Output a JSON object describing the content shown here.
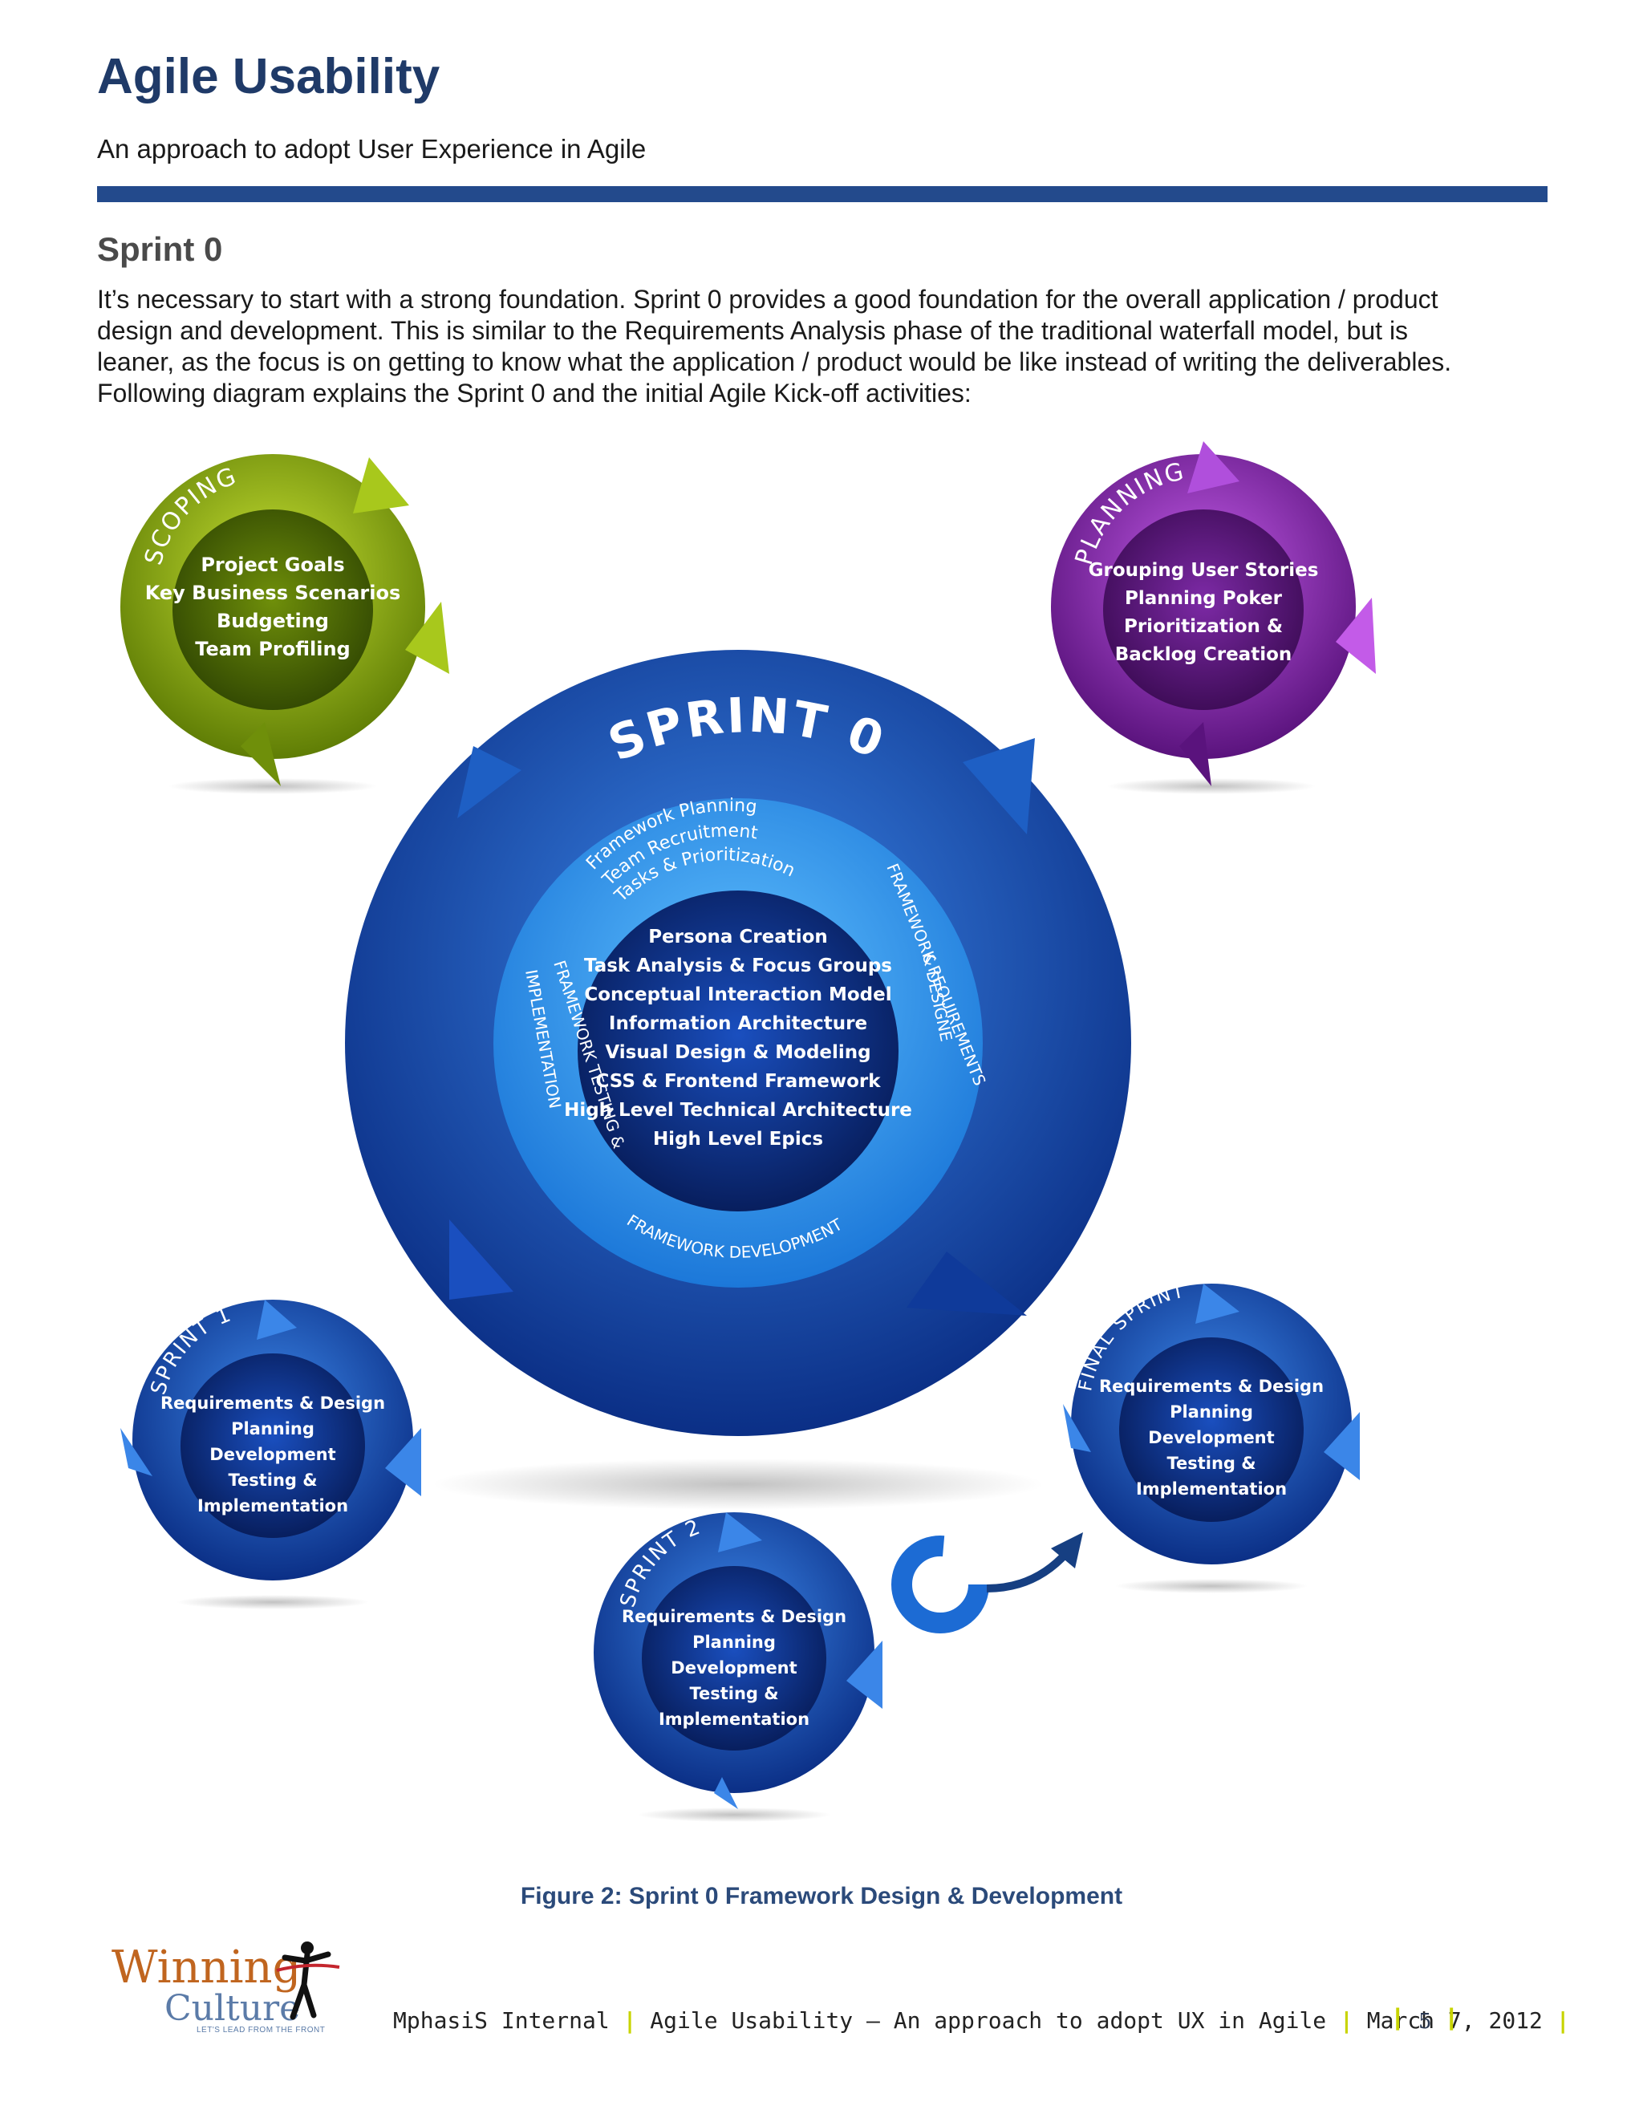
{
  "header": {
    "title": "Agile Usability",
    "subtitle": "An approach to adopt User Experience in Agile"
  },
  "section": {
    "heading": "Sprint 0",
    "paragraph_lines": [
      "It’s necessary to start with a strong foundation. Sprint 0 provides a good foundation for the overall application / product",
      "design and development. This is similar to the Requirements Analysis phase of the traditional waterfall model, but is",
      "leaner, as the focus is on getting to know what the application / product would be like instead of writing the deliverables.",
      "Following diagram explains the Sprint 0 and the initial Agile Kick-off activities:"
    ]
  },
  "diagram": {
    "scoping": {
      "label": "SCOPING",
      "items": [
        "Project Goals",
        "Key Business Scenarios",
        "Budgeting",
        "Team Profiling"
      ],
      "color": "#8fae12"
    },
    "planning": {
      "label": "PLANNING",
      "items": [
        "Grouping User Stories",
        "Planning Poker",
        "Prioritization &",
        "Backlog Creation"
      ],
      "color": "#8a2bb5"
    },
    "sprint0": {
      "label": "SPRINT 0",
      "top_arc_lines": [
        "Framework Planning",
        "Team Recruitment",
        "Tasks & Prioritization"
      ],
      "right_arc_lines": [
        "FRAMEWORK REQUIREMENTS",
        "& DESIGNE"
      ],
      "bottom_arc": "FRAMEWORK DEVELOPMENT",
      "left_arc_lines": [
        "FRAMEWORK TESTING &",
        "IMPLEMENTATION"
      ],
      "core_items": [
        "Persona Creation",
        "Task Analysis & Focus Groups",
        "Conceptual Interaction Model",
        "Information Architecture",
        "Visual Design & Modeling",
        "CSS & Frontend Framework",
        "High Level Technical Architecture",
        "High Level Epics"
      ],
      "color": "#1e5fc4"
    },
    "sprint1": {
      "label": "SPRINT 1",
      "items": [
        "Requirements & Design",
        "Planning",
        "Development",
        "Testing &",
        "Implementation"
      ]
    },
    "sprint2": {
      "label": "SPRINT 2",
      "items": [
        "Requirements & Design",
        "Planning",
        "Development",
        "Testing &",
        "Implementation"
      ]
    },
    "final_sprint": {
      "label": "FINAL SPRINT",
      "items": [
        "Requirements & Design",
        "Planning",
        "Development",
        "Testing &",
        "Implementation"
      ]
    }
  },
  "caption": "Figure 2: Sprint 0 Framework Design & Development",
  "footer": {
    "logo_line1": "Winning",
    "logo_line2": "Culture",
    "logo_tagline": "LET'S LEAD FROM THE FRONT",
    "org": "MphasiS Internal",
    "doc": "Agile Usability – An approach to adopt UX in Agile",
    "date": "March 7, 2012",
    "page": "5",
    "separator_color": "#c8d400"
  }
}
